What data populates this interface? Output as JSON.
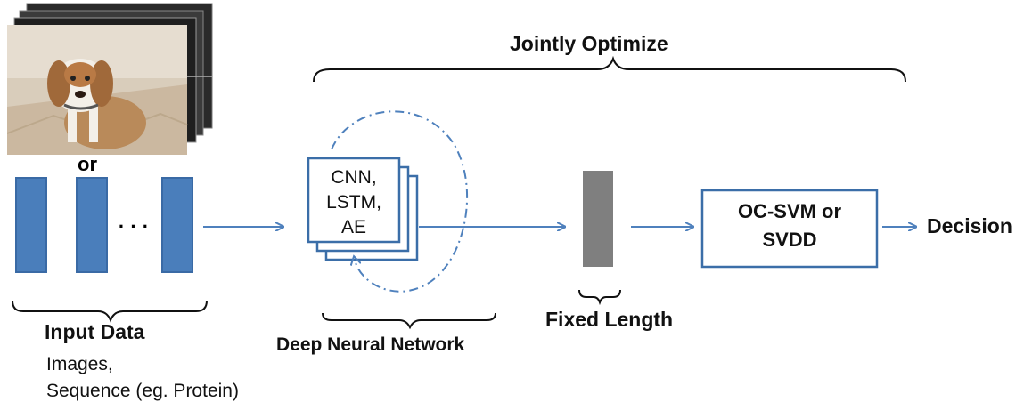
{
  "diagram": {
    "title": "Jointly Optimize",
    "or_label": "or",
    "ellipsis": "· · ·",
    "dnn_box_lines": [
      "CNN,",
      "LSTM,",
      "AE"
    ],
    "ocsvm_box": "OC-SVM or SVDD",
    "ocsvm_lines": [
      "OC-SVM or",
      "SVDD"
    ],
    "decision": "Decision",
    "input_data_label": "Input Data",
    "input_data_sub1": "Images,",
    "input_data_sub2": "Sequence (eg. Protein)",
    "dnn_label": "Deep Neural Network",
    "fixed_length_label": "Fixed Length",
    "icons": [
      "dog-photo-stack",
      "feature-vector-bars",
      "network-layer-stack",
      "feedback-loop-arrow"
    ],
    "colors": {
      "accent_blue": "#4f81bd",
      "bar_fill": "#4a7ebb",
      "bar_stroke": "#3a6aa5",
      "box_stroke": "#3b6ea8",
      "fixed_vector": "#7f7f7f",
      "text": "#111111"
    }
  }
}
